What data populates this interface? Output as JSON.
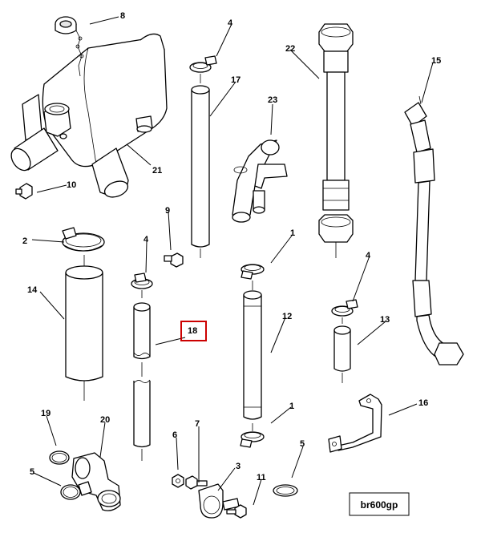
{
  "colors": {
    "line": "#000000",
    "highlight": "#cc0000",
    "background": "#ffffff"
  },
  "labels": {
    "l1a": "1",
    "l1b": "1",
    "l2": "2",
    "l3": "3",
    "l4a": "4",
    "l4b": "4",
    "l4c": "4",
    "l5a": "5",
    "l5b": "5",
    "l6": "6",
    "l7": "7",
    "l8": "8",
    "l9": "9",
    "l10": "10",
    "l11": "11",
    "l12": "12",
    "l13": "13",
    "l14": "14",
    "l15": "15",
    "l16": "16",
    "l17": "17",
    "l18": "18",
    "l19": "19",
    "l20": "20",
    "l21": "21",
    "l22": "22",
    "l23": "23"
  },
  "highlighted_label": "18",
  "diagram_code": "br600gp"
}
